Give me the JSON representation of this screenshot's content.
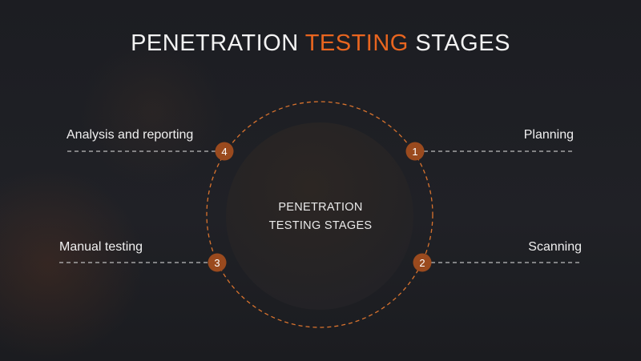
{
  "title": {
    "part1": "PENETRATION ",
    "accent": "TESTING",
    "part2": " STAGES"
  },
  "center": {
    "line1": "PENETRATION",
    "line2": "TESTING STAGES"
  },
  "stages": [
    {
      "number": "1",
      "label": "Planning"
    },
    {
      "number": "2",
      "label": "Scanning"
    },
    {
      "number": "3",
      "label": "Manual testing"
    },
    {
      "number": "4",
      "label": "Analysis and reporting"
    }
  ],
  "colors": {
    "accent": "#e8651f",
    "badge": "#9a4a1e",
    "background": "#1d1e23"
  }
}
